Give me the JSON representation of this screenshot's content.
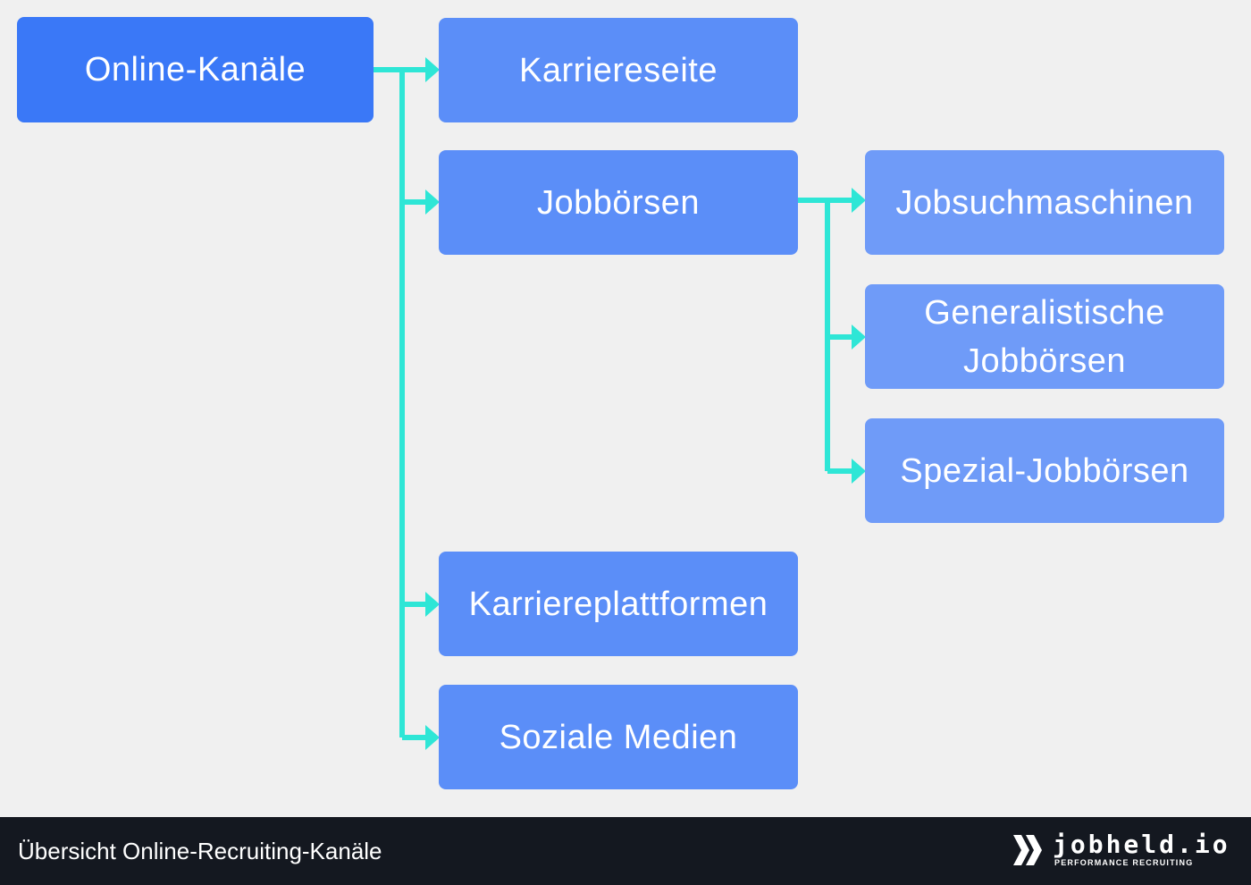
{
  "diagram": {
    "root": "Online-Kanäle",
    "level1": [
      "Karriereseite",
      "Jobbörsen",
      "Karriereplattformen",
      "Soziale Medien"
    ],
    "jobboersen_children": [
      "Jobsuchmaschinen",
      "Generalistische Jobbörsen",
      "Spezial-Jobbörsen"
    ]
  },
  "footer": {
    "caption": "Übersicht Online-Recruiting-Kanäle",
    "logo_name": "jobheld.io",
    "logo_tagline": "PERFORMANCE RECRUITING"
  },
  "colors": {
    "root": "#3a78f7",
    "level1": "#5b8ef8",
    "level2": "#6f9bf8",
    "connector": "#2ee6d6",
    "footer_bg": "#141820",
    "page_bg": "#f0f0f0"
  }
}
